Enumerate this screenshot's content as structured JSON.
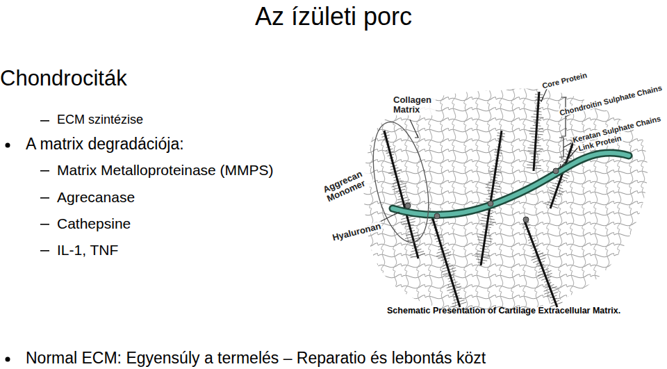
{
  "diagram": {
    "title": "Az ízületi porc",
    "caption": "Schematic Presentation of Cartilage Extracellular Matrix.",
    "labels": [
      "Chondrociták",
      "ECM szintézise",
      "A matrix degradációja:",
      "Matrix Metalloproteinase (MMPS)",
      "Agrecanase",
      "Cathepsine",
      "IL-1, TNF",
      "Normal ECM: Egyensúly a termelés – Reparatio és lebontás közt",
      "Collagen Matrix",
      "Core Protein",
      "Chondroitin Sulphate Chains",
      "Keratan Sulphate Chains",
      "Link Protein",
      "Aggrecan Monomer",
      "Hyaluronan"
    ]
  }
}
